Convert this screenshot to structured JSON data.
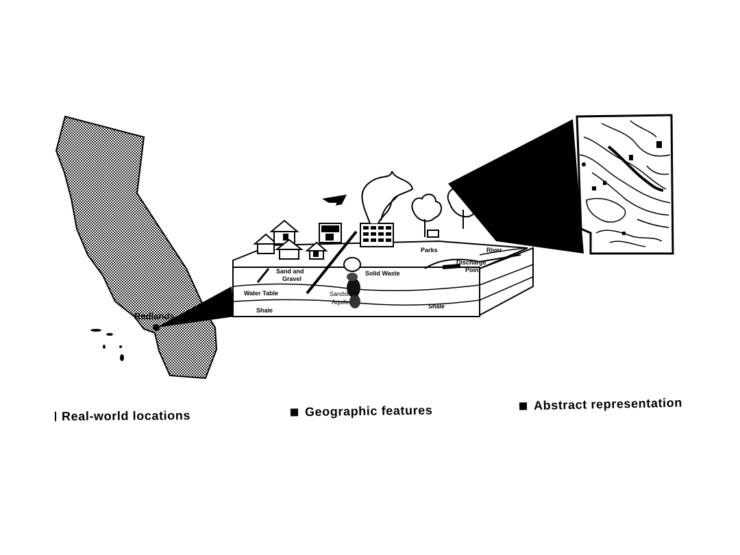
{
  "map": {
    "place_label": "Redlands"
  },
  "block_labels": {
    "sand_and_gravel_line1": "Sand and",
    "sand_and_gravel_line2": "Gravel",
    "solid_waste": "Solid Waste",
    "water_table": "Water Table",
    "sandstone_aquifer_line1": "Sandstone",
    "sandstone_aquifer_line2": "Aquifer",
    "shale_left": "Shale",
    "shale_right": "Shale",
    "parks": "Parks",
    "river": "River",
    "discharge_point_line1": "Discharge",
    "discharge_point_line2": "Point"
  },
  "captions": {
    "real_world": "Real-world locations",
    "geographic": "Geographic features",
    "abstract": "Abstract representation"
  }
}
